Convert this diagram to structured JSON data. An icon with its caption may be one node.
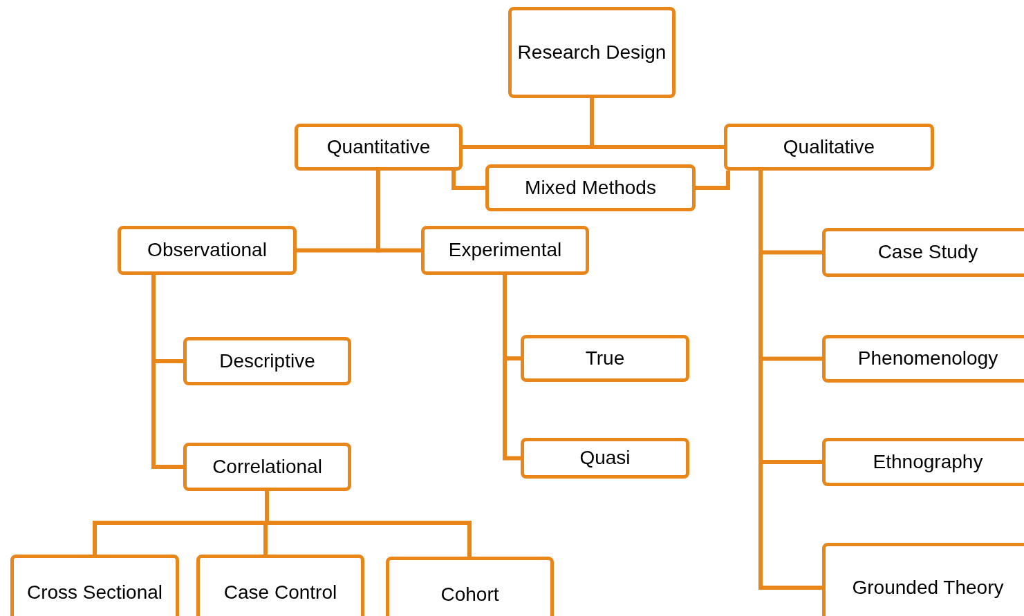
{
  "diagram": {
    "nodes": [
      {
        "text": [
          "Research Design"
        ]
      },
      {
        "text": [
          "Quantitative"
        ]
      },
      {
        "text": [
          "Qualitative"
        ]
      },
      {
        "text": [
          "Mixed Methods"
        ]
      },
      {
        "text": [
          "Observational"
        ]
      },
      {
        "text": [
          "Experimental"
        ]
      },
      {
        "text": [
          "Descriptive"
        ]
      },
      {
        "text": [
          "Correlational"
        ]
      },
      {
        "text": [
          "True"
        ]
      },
      {
        "text": [
          "Quasi"
        ]
      },
      {
        "text": [
          "Cross Sectional"
        ]
      },
      {
        "text": [
          "Case Control"
        ]
      },
      {
        "text": [
          "Cohort"
        ]
      },
      {
        "text": [
          "Case Study"
        ]
      },
      {
        "text": [
          "Phenomenology"
        ]
      },
      {
        "text": [
          "Ethnography"
        ]
      },
      {
        "text": [
          "Grounded Theory"
        ]
      }
    ],
    "edges": [
      {
        "from": 0,
        "to": 1,
        "arrow": "none"
      },
      {
        "from": 0,
        "to": 2,
        "arrow": "none"
      },
      {
        "from": 1,
        "to": 3,
        "arrow": "none"
      },
      {
        "from": 2,
        "to": 3,
        "arrow": "none"
      },
      {
        "from": 1,
        "to": 4,
        "arrow": "none"
      },
      {
        "from": 1,
        "to": 5,
        "arrow": "none"
      },
      {
        "from": 4,
        "to": 6,
        "arrow": "none"
      },
      {
        "from": 4,
        "to": 7,
        "arrow": "none"
      },
      {
        "from": 5,
        "to": 8,
        "arrow": "none"
      },
      {
        "from": 5,
        "to": 9,
        "arrow": "none"
      },
      {
        "from": 7,
        "to": 10,
        "arrow": "none"
      },
      {
        "from": 7,
        "to": 11,
        "arrow": "none"
      },
      {
        "from": 7,
        "to": 12,
        "arrow": "none"
      },
      {
        "from": 2,
        "to": 13,
        "arrow": "none"
      },
      {
        "from": 2,
        "to": 14,
        "arrow": "none"
      },
      {
        "from": 2,
        "to": 15,
        "arrow": "none"
      },
      {
        "from": 2,
        "to": 16,
        "arrow": "none"
      }
    ]
  }
}
